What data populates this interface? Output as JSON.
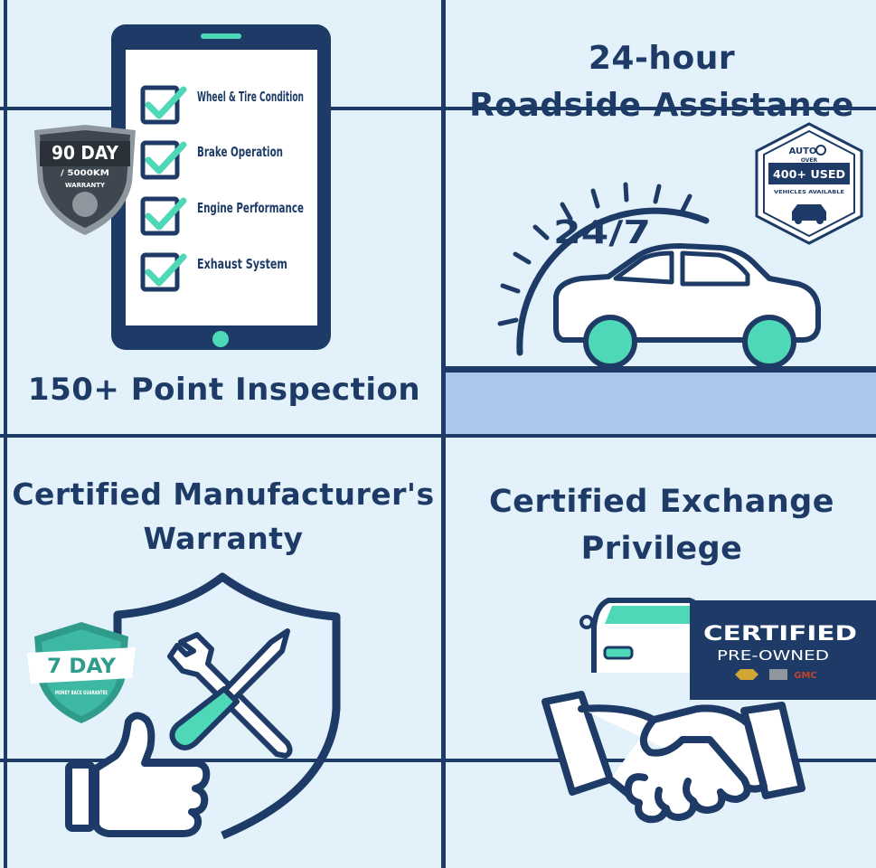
{
  "panels": {
    "inspection": {
      "title": "150+ Point Inspection",
      "checklist": [
        "Wheel & Tire Condition",
        "Brake Operation",
        "Engine Performance",
        "Exhaust System"
      ],
      "warranty_badge": {
        "days": "90 DAY",
        "distance": "/ 5000KM",
        "label": "WARRANTY"
      }
    },
    "roadside": {
      "title_line1": "24-hour",
      "title_line2": "Roadside Assistance",
      "dial_label": "24/7",
      "used_badge": {
        "brand": "AUTO",
        "over": "OVER",
        "count": "400+ USED",
        "caption": "VEHICLES AVAILABLE"
      }
    },
    "warranty": {
      "title_line1": "Certified Manufacturer's",
      "title_line2": "Warranty",
      "guarantee_badge": {
        "days": "7 DAY",
        "caption": "MONEY BACK GUARANTEE"
      }
    },
    "exchange": {
      "title_line1": "Certified Exchange",
      "title_line2": "Privilege",
      "cpo_badge": {
        "line1": "CERTIFIED",
        "line2": "PRE-OWNED",
        "brand": "GMC"
      }
    }
  },
  "colors": {
    "navy": "#1d3b66",
    "teal": "#4fd8b8",
    "background": "#e3f1fa",
    "road": "#a9c8ec"
  }
}
